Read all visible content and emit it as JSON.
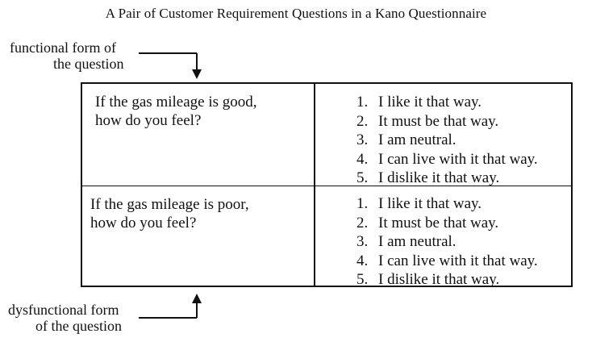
{
  "title": "A Pair of Customer Requirement Questions in a Kano Questionnaire",
  "functional_label": {
    "line1": "functional form of",
    "line2": "the question"
  },
  "dysfunctional_label": {
    "line1": "dysfunctional form",
    "line2": "of the question"
  },
  "functional_question": {
    "line1": "If the gas mileage is good,",
    "line2": "how do you feel?"
  },
  "dysfunctional_question": {
    "line1": "If the gas mileage is poor,",
    "line2": "how do you feel?"
  },
  "answers": [
    {
      "num": "1.",
      "text": "I like it that way."
    },
    {
      "num": "2.",
      "text": "It must be that way."
    },
    {
      "num": "3.",
      "text": "I am neutral."
    },
    {
      "num": "4.",
      "text": "I can live with it that way."
    },
    {
      "num": "5.",
      "text": "I dislike it that way."
    }
  ]
}
